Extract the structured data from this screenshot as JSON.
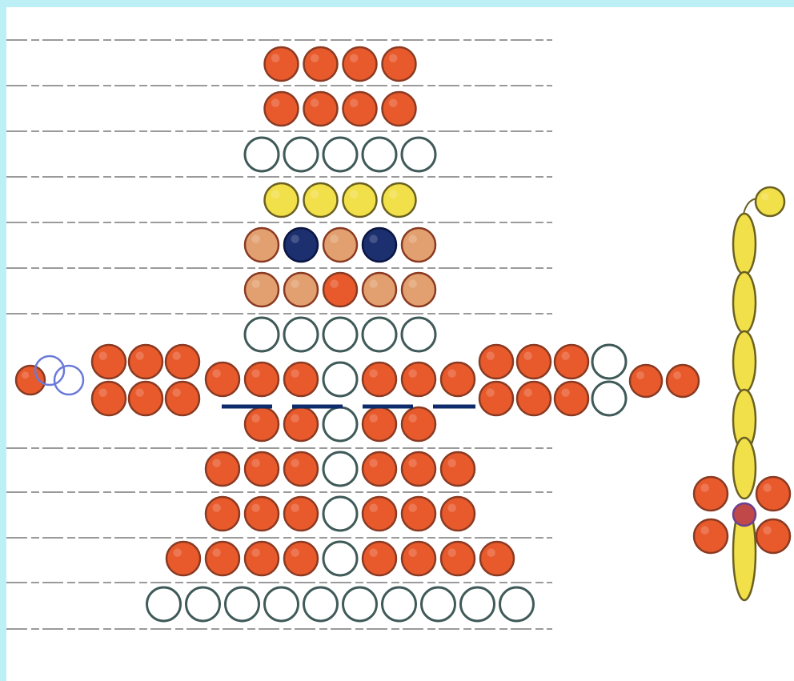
{
  "colors": {
    "frame": "#bdeff7",
    "paper": "#fdfdfb",
    "thread_line": "#9a9a9a",
    "red_bead": "#e85a2c",
    "red_bead_outline": "#8a3a22",
    "white_bead": "#ffffff",
    "white_bead_outline": "#3f5a58",
    "yellow_bead": "#f2e04a",
    "yellow_bead_outline": "#6a6020",
    "skin_bead": "#e2a070",
    "navy_bead": "#1c2f6e",
    "blue_bead_outline": "#6a7ad8",
    "dash": "#0d2a6a"
  },
  "bead_pattern": {
    "rows": [
      {
        "beads": [
          "red",
          "red",
          "red",
          "red"
        ]
      },
      {
        "beads": [
          "red",
          "red",
          "red",
          "red"
        ]
      },
      {
        "beads": [
          "white",
          "white",
          "white",
          "white",
          "white"
        ]
      },
      {
        "beads": [
          "yellow",
          "yellow",
          "yellow",
          "yellow"
        ]
      },
      {
        "beads": [
          "skin",
          "navy",
          "skin",
          "navy",
          "skin"
        ]
      },
      {
        "beads": [
          "skin",
          "skin",
          "red",
          "skin",
          "skin"
        ]
      },
      {
        "beads": [
          "white",
          "white",
          "white",
          "white",
          "white"
        ]
      },
      {
        "beads": [
          "red",
          "red",
          "red",
          "white",
          "red",
          "red",
          "red"
        ]
      },
      {
        "beads": [
          "red",
          "red",
          "white",
          "red",
          "red"
        ]
      },
      {
        "beads": [
          "red",
          "red",
          "red",
          "white",
          "red",
          "red",
          "red"
        ]
      },
      {
        "beads": [
          "red",
          "red",
          "red",
          "white",
          "red",
          "red",
          "red"
        ]
      },
      {
        "beads": [
          "red",
          "red",
          "red",
          "red",
          "white",
          "red",
          "red",
          "red",
          "red"
        ]
      },
      {
        "beads": [
          "white",
          "white",
          "white",
          "white",
          "white",
          "white",
          "white",
          "white",
          "white",
          "white"
        ]
      }
    ],
    "left_arm": {
      "upper": [
        "red",
        "red",
        "red"
      ],
      "lower": [
        "red",
        "red",
        "red"
      ],
      "hand": [
        "red",
        "blue-outline",
        "blue-outline"
      ]
    },
    "right_arm": {
      "upper": [
        "red",
        "red",
        "red",
        "white"
      ],
      "lower": [
        "red",
        "red",
        "red",
        "white"
      ],
      "hand": [
        "red",
        "red"
      ]
    },
    "flower": {
      "stem_beads": [
        "yellow",
        "yellow",
        "yellow",
        "yellow",
        "yellow",
        "yellow"
      ],
      "petals": [
        "red",
        "red",
        "red",
        "red"
      ]
    }
  }
}
